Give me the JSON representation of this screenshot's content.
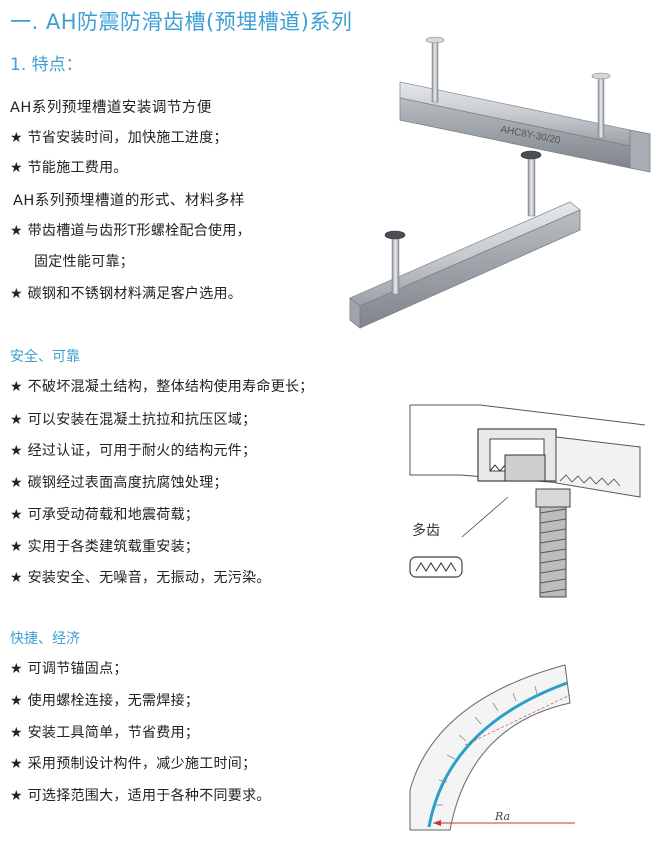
{
  "title": "一. AH防震防滑齿槽(预埋槽道)系列",
  "subtitle": "1. 特点：",
  "features": {
    "heading1": "AH系列预埋槽道安装调节方便",
    "items1": [
      "★ 节省安装时间，加快施工进度；",
      "★ 节能施工费用。"
    ],
    "heading2": "AH系列预埋槽道的形式、材料多样",
    "items2": [
      "★ 带齿槽道与齿形T形螺栓配合使用，",
      "固定性能可靠；",
      "★ 碳钢和不锈钢材料满足客户选用。"
    ]
  },
  "safety": {
    "title": "安全、可靠",
    "items": [
      "★ 不破坏混凝土结构，整体结构使用寿命更长；",
      "★ 可以安装在混凝土抗拉和抗压区域；",
      "★ 经过认证，可用于耐火的结构元件；",
      "★ 碳钢经过表面高度抗腐蚀处理；",
      "★ 可承受动荷载和地震荷载；",
      "★ 实用于各类建筑载重安装；",
      "★ 安装安全、无噪音，无振动，无污染。"
    ]
  },
  "economy": {
    "title": "快捷、经济",
    "items": [
      "★ 可调节锚固点；",
      "★ 使用螺栓连接，无需焊接；",
      "★ 安装工具简单，节省费用；",
      "★ 采用预制设计构件，减少施工时间；",
      "★ 可选择范围大，适用于各种不同要求。"
    ]
  },
  "product_label": "AHC8Y-30/20",
  "callout_label": "多齿",
  "radius_label": "Ra",
  "colors": {
    "accent": "#3d9fd4",
    "text": "#222222"
  }
}
